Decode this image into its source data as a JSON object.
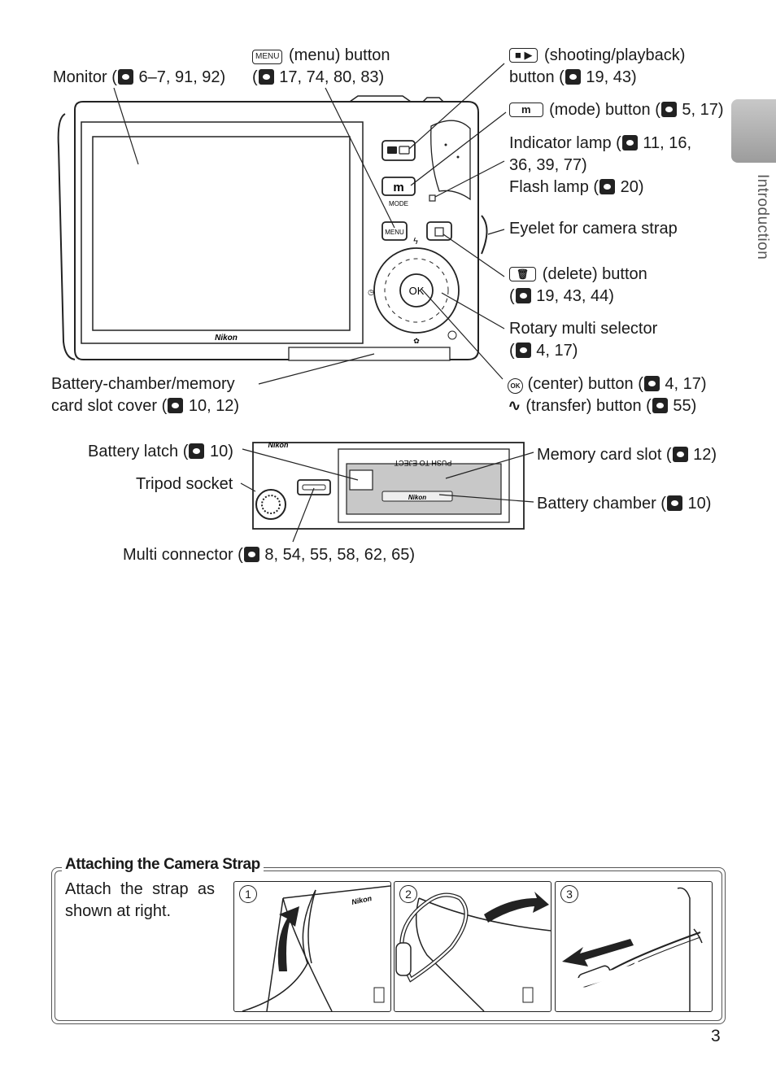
{
  "labels": {
    "monitor": "Monitor (",
    "monitor_refs": "6–7, 91, 92)",
    "menu_icon": "MENU",
    "menu": "(menu) button",
    "menu_refs_open": "(",
    "menu_refs": "17, 74, 80, 83)",
    "shoot_play": "(shooting/playback)",
    "shoot_play_2": "button (",
    "shoot_play_refs": "19, 43)",
    "mode_icon": "m",
    "mode": "(mode) button (",
    "mode_refs": "5, 17)",
    "indicator": "Indicator lamp (",
    "indicator_refs": "11, 16,",
    "indicator_refs_2": "36, 39, 77)",
    "flash": "Flash lamp (",
    "flash_refs": "20)",
    "eyelet": "Eyelet for camera strap",
    "delete": "(delete) button",
    "delete_refs_open": "(",
    "delete_refs": "19, 43, 44)",
    "rotary": "Rotary multi selector",
    "rotary_refs_open": "(",
    "rotary_refs": "4, 17)",
    "ok_icon": "OK",
    "center": "(center) button (",
    "center_refs": "4, 17)",
    "transfer": "(transfer) button (",
    "transfer_refs": "55)",
    "battery_cover": "Battery-chamber/memory",
    "battery_cover_2": "card slot cover (",
    "battery_cover_refs": "10, 12)",
    "battery_latch": "Battery latch (",
    "battery_latch_refs": "10)",
    "tripod": "Tripod socket",
    "memory_slot": "Memory card slot (",
    "memory_slot_refs": "12)",
    "battery_chamber": "Battery chamber (",
    "battery_chamber_refs": "10)",
    "multi_connector": "Multi connector (",
    "multi_connector_refs": "8, 54, 55, 58, 62, 65)"
  },
  "camera": {
    "brand": "Nikon",
    "mode_caption": "MODE",
    "menu_button": "MENU",
    "ok_button": "OK",
    "eject_text": "PUSH TO EJECT"
  },
  "sidebar": {
    "section": "Introduction"
  },
  "box": {
    "title": "Attaching the Camera Strap",
    "text": "Attach the strap as shown at right.",
    "steps": [
      "1",
      "2",
      "3"
    ]
  },
  "page": {
    "number": "3"
  }
}
